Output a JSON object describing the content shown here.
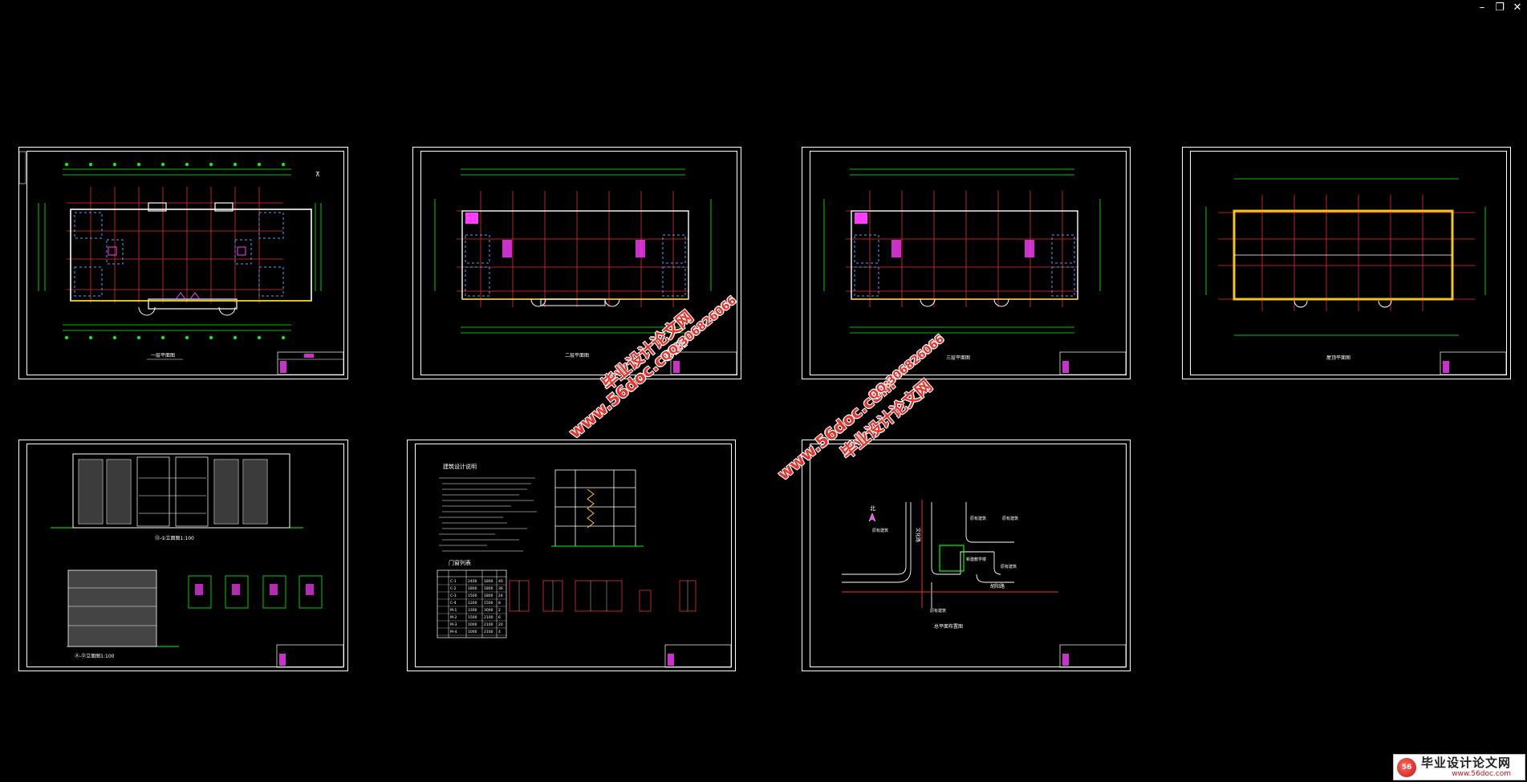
{
  "window_controls": {
    "minimize": "–",
    "restore": "❐",
    "close": "✕"
  },
  "watermarks": {
    "site_name": "毕业设计论文网",
    "url": "www.56doc.com",
    "qq": "QQ:306826066"
  },
  "logo": {
    "name": "毕业设计论文网",
    "url": "www.56doc.com"
  },
  "sheets": {
    "plan_1": {
      "caption": "一层平面图"
    },
    "plan_2": {
      "caption": "二层平面图"
    },
    "plan_3": {
      "caption": "三层平面图"
    },
    "roof": {
      "caption": "屋顶平面图"
    },
    "elevation": {
      "caption_front": "⑬-①立面图1:100",
      "caption_side": "Ⓐ-Ⓓ立面图1:100"
    },
    "notes": {
      "title": "建筑设计说明",
      "door_table_title": "门窗列表",
      "door_rows": [
        [
          "C-1",
          "2400",
          "1800",
          "40"
        ],
        [
          "C-2",
          "1800",
          "1800",
          "36"
        ],
        [
          "C-3",
          "1500",
          "1800",
          "24"
        ],
        [
          "C-4",
          "1200",
          "1500",
          "8"
        ],
        [
          "M-1",
          "3300",
          "3000",
          "2"
        ],
        [
          "M-2",
          "1500",
          "2100",
          "6"
        ],
        [
          "M-3",
          "1000",
          "2100",
          "20"
        ],
        [
          "M-4",
          "1000",
          "2100",
          "4"
        ]
      ]
    },
    "site": {
      "north": "北",
      "road_v": "文化路",
      "road_h": "胡阳路",
      "building": "新建教学楼",
      "lbl_a": "原有建筑",
      "lbl_b": "原有建筑",
      "lbl_c": "原有建筑",
      "lbl_d": "原有建筑",
      "lbl_e": "原有建筑",
      "caption": "总平面布置图"
    }
  }
}
